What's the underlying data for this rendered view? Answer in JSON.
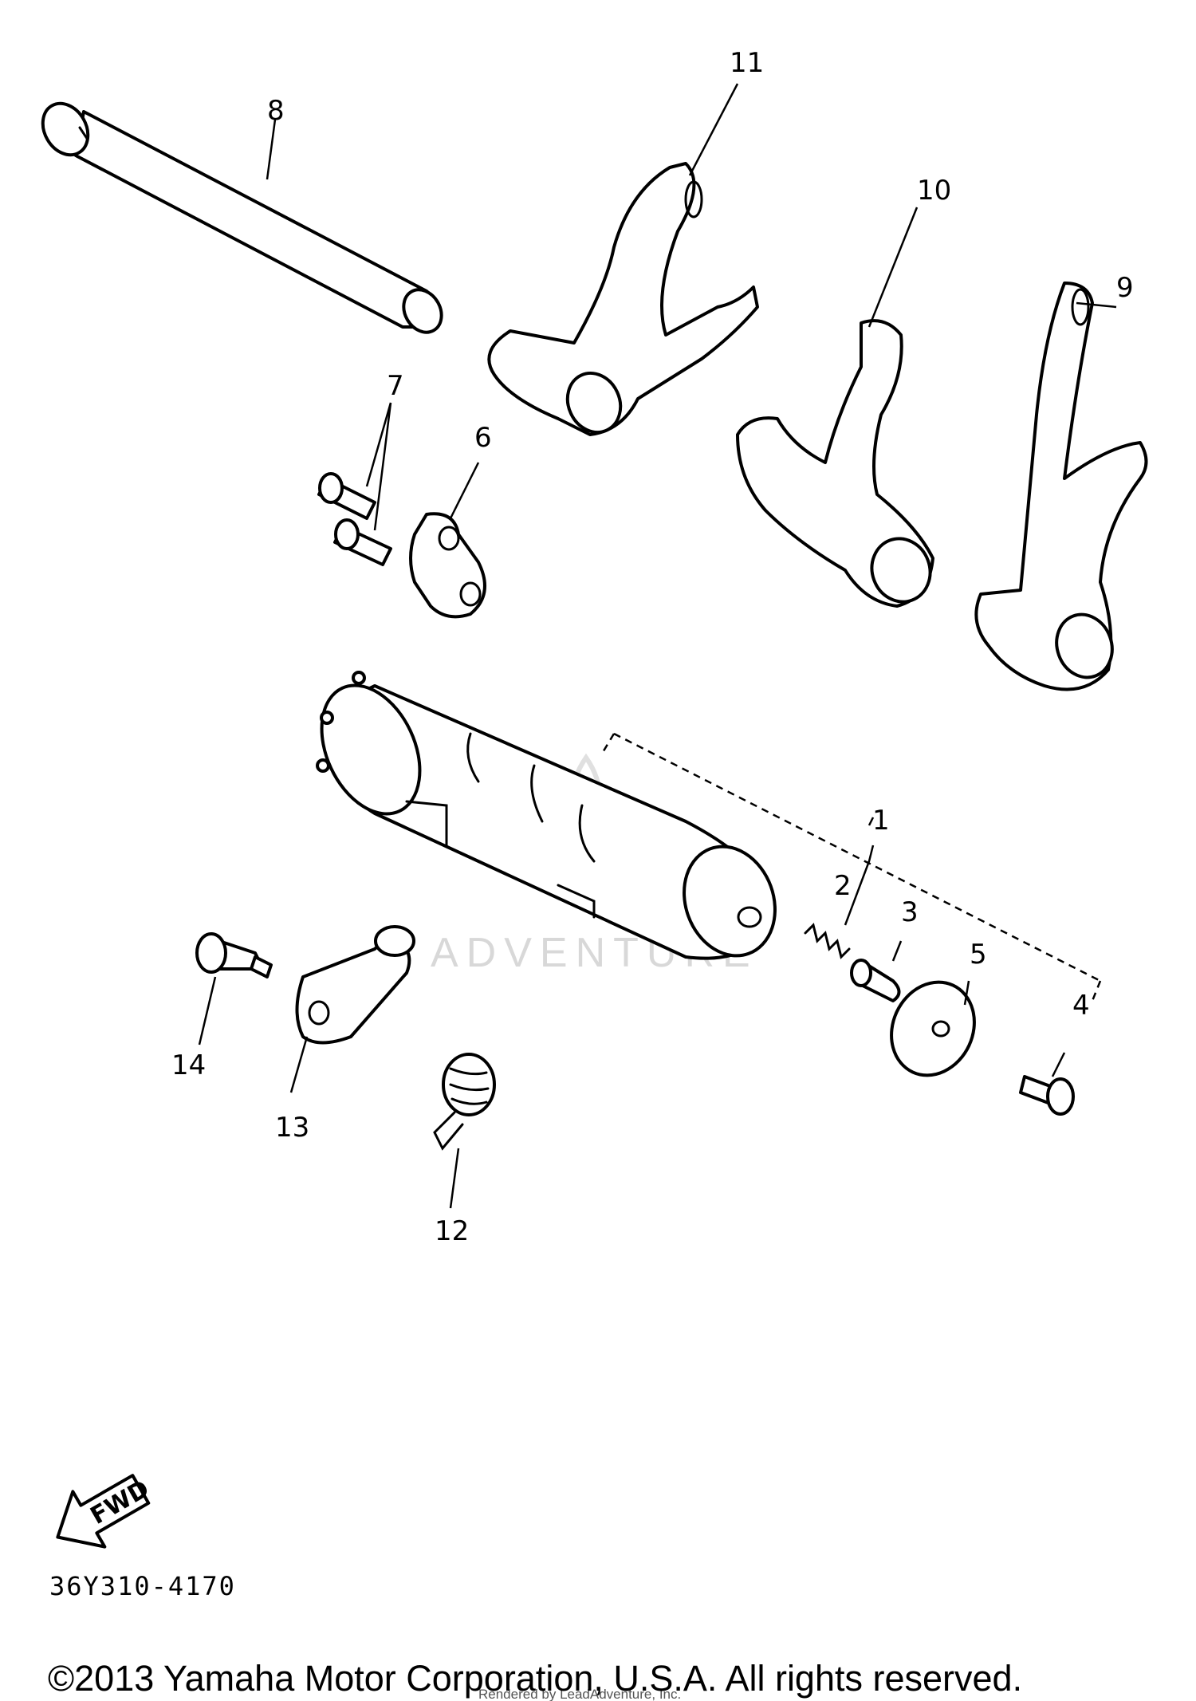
{
  "diagram": {
    "callouts": [
      "1",
      "2",
      "3",
      "4",
      "5",
      "6",
      "7",
      "8",
      "9",
      "10",
      "11",
      "12",
      "13",
      "14"
    ],
    "fwd_label": "FWD",
    "part_number": "36Y310-4170",
    "watermark": "ADVENTURE",
    "rendered_note": "Rendered by LeadAdventure, Inc.",
    "copyright": "©2013 Yamaha Motor Corporation, U.S.A. All rights reserved."
  }
}
